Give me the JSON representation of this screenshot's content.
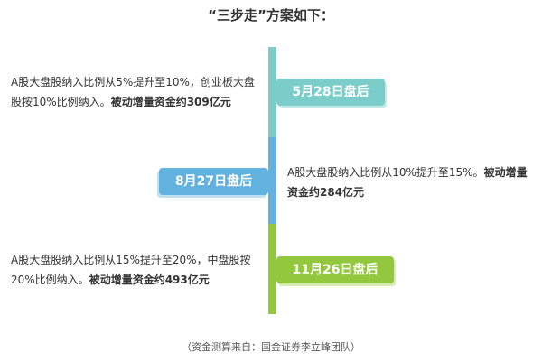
{
  "title": "“三步走”方案如下：",
  "colors": {
    "step1": "#7acdc8",
    "step2": "#62b2e0",
    "step3": "#93c83e"
  },
  "steps": [
    {
      "date": "5月28日盘后",
      "text": "A股大盘股纳入比例从5%提升至10%，创业板大盘股按10%比例纳入。",
      "bold": "被动增量资金约309亿元"
    },
    {
      "date": "8月27日盘后",
      "text": "A股大盘股纳入比例从10%提升至15%。",
      "bold": "被动增量资金约284亿元"
    },
    {
      "date": "11月26日盘后",
      "text": "A股大盘股纳入比例从15%提升至20%，中盘股按20%比例纳入。",
      "bold": "被动增量资金约493亿元"
    }
  ],
  "footer": "（资金测算来自：国金证券李立峰团队）"
}
